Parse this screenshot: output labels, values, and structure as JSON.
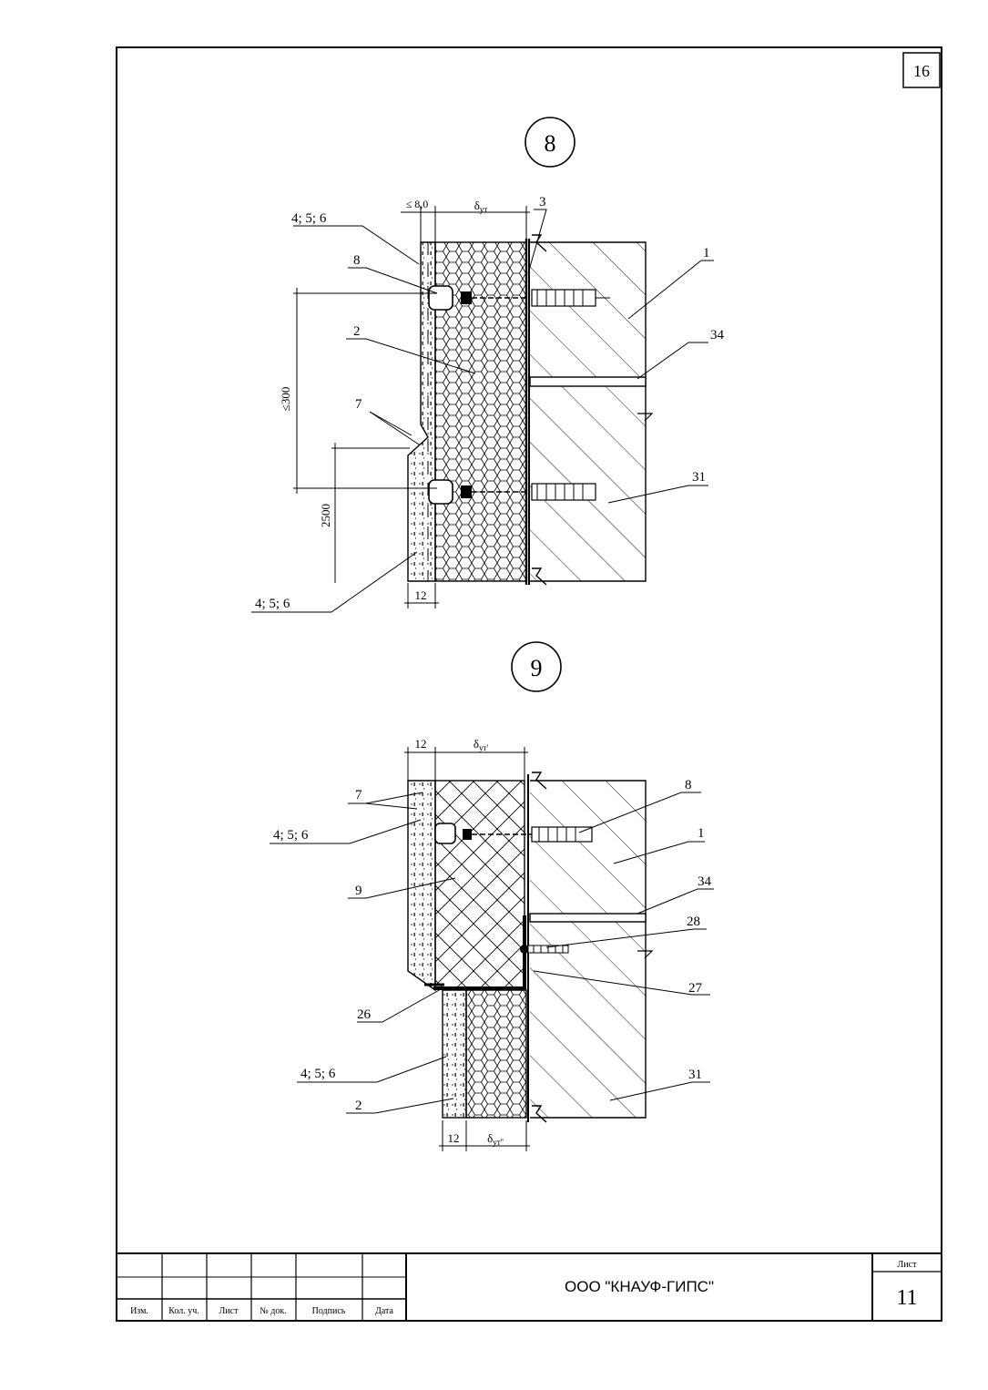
{
  "sheet_corner_number": "16",
  "detail_8": {
    "marker": "8",
    "dims": {
      "gap": "≤ 8,0",
      "ins_thickness_base": "δ",
      "ins_thickness_sub": "ут",
      "step": "≤300",
      "height": "2500",
      "plaster": "12"
    },
    "labels": {
      "top_layers": "4; 5; 6",
      "dowel": "8",
      "insulation": "2",
      "mesh": "7",
      "glue": "3",
      "wall": "1",
      "slab_joint": "34",
      "slab": "31",
      "bottom_layers": "4; 5; 6"
    }
  },
  "detail_9": {
    "marker": "9",
    "dims": {
      "plaster_top": "12",
      "ins_top_base": "δ",
      "ins_top_sub": "ут'",
      "plaster_bottom": "12",
      "ins_bottom_base": "δ",
      "ins_bottom_sub": "ут''"
    },
    "labels": {
      "mesh": "7",
      "top_layers": "4; 5; 6",
      "mineral_wool": "9",
      "bottom_layers": "4; 5; 6",
      "insulation": "2",
      "profile": "26",
      "dowel": "8",
      "wall": "1",
      "slab_joint": "34",
      "anchor": "28",
      "bracket": "27",
      "slab": "31"
    }
  },
  "title_block": {
    "columns": [
      "Изм.",
      "Кол. уч.",
      "Лист",
      "№ док.",
      "Подпись",
      "Дата"
    ],
    "organization": "ООО \"КНАУФ-ГИПС\"",
    "sheet_label": "Лист",
    "sheet_number": "11"
  }
}
